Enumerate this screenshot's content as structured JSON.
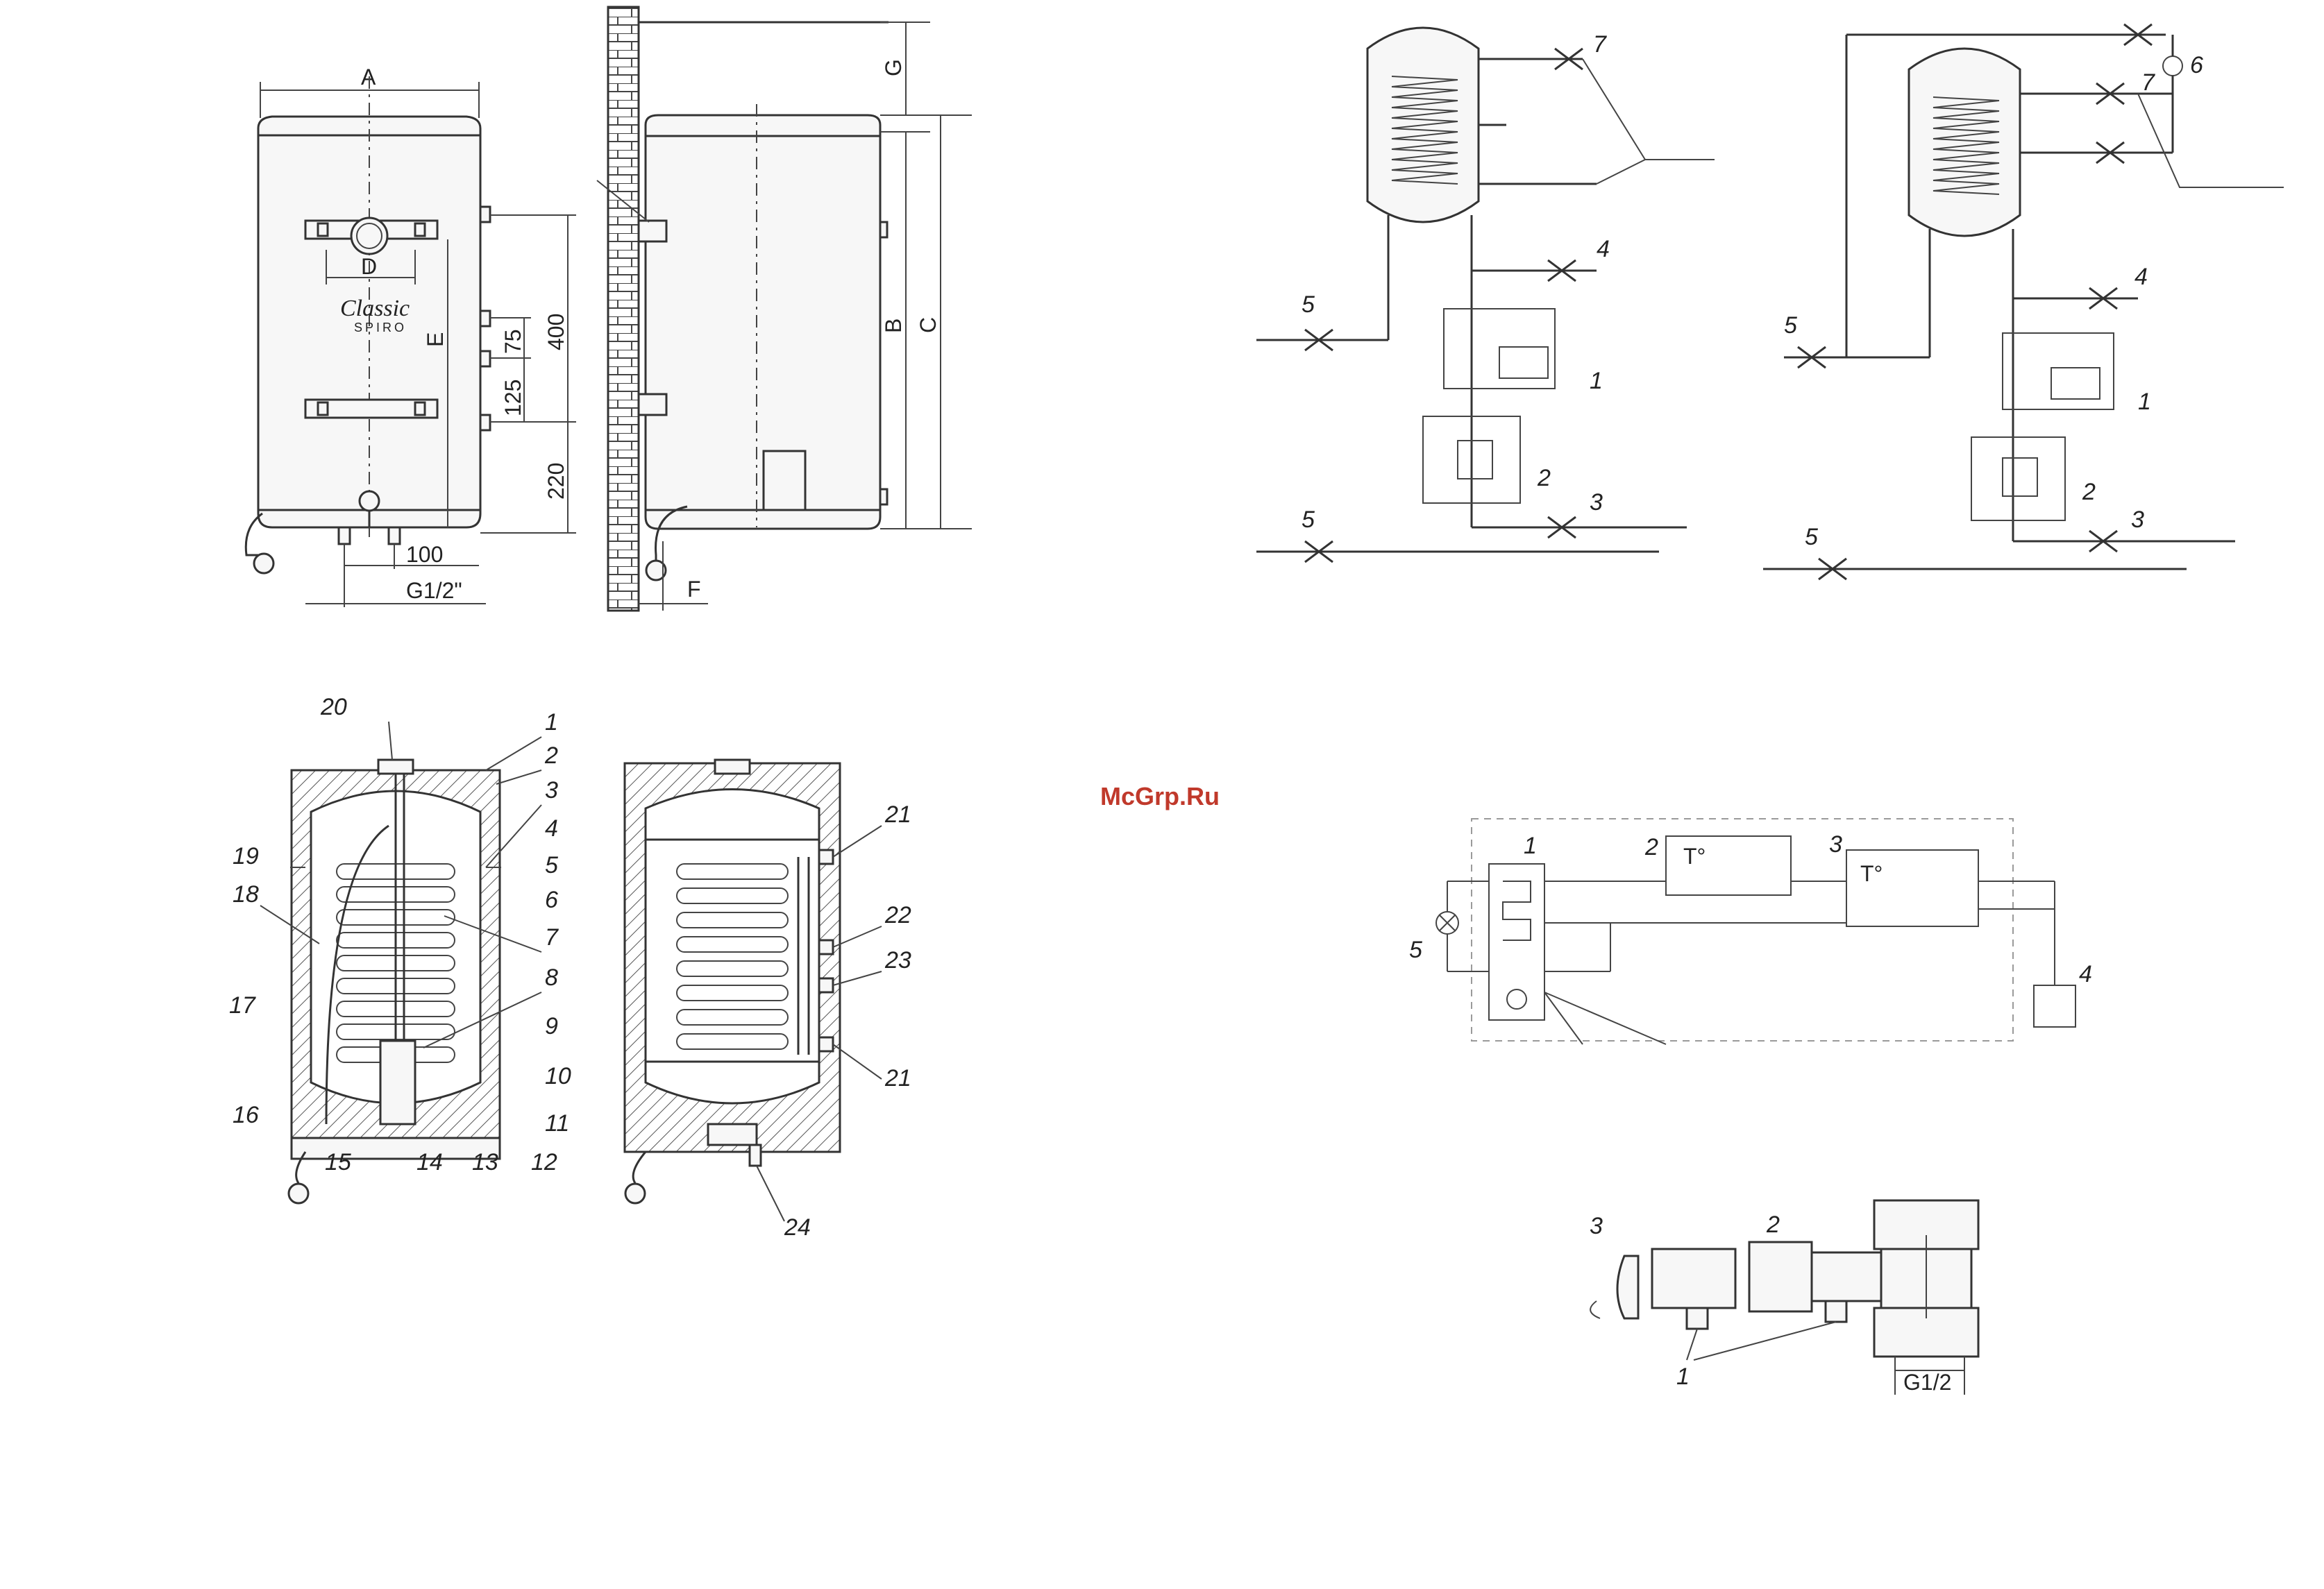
{
  "watermark": "McGrp.Ru",
  "fig_front": {
    "dims": {
      "a": "A",
      "d": "D",
      "e": "E",
      "d400": "400",
      "d75": "75",
      "d125": "125",
      "d220": "220",
      "d100": "100",
      "thread": "G1/2\""
    },
    "brand_line1": "Classic",
    "brand_line2": "SPIRO"
  },
  "fig_side": {
    "dims": {
      "g": "G",
      "b": "B",
      "c": "C",
      "f": "F"
    }
  },
  "fig_section": {
    "labels": [
      "1",
      "2",
      "3",
      "4",
      "5",
      "6",
      "7",
      "8",
      "9",
      "10",
      "11",
      "12",
      "13",
      "14",
      "15",
      "16",
      "17",
      "18",
      "19",
      "20"
    ],
    "labels_right": [
      "21",
      "22",
      "23",
      "21",
      "24"
    ]
  },
  "fig_hydraulic_a": {
    "labels": [
      "7",
      "4",
      "5",
      "1",
      "2",
      "5",
      "3"
    ]
  },
  "fig_hydraulic_b": {
    "labels": [
      "6",
      "7",
      "4",
      "5",
      "1",
      "2",
      "5",
      "3"
    ]
  },
  "fig_electric": {
    "labels": [
      "1",
      "2",
      "3",
      "4",
      "5"
    ],
    "t1": "T°",
    "t2": "T°"
  },
  "fig_valve": {
    "labels": [
      "3",
      "2",
      "1"
    ],
    "thread": "G1/2"
  }
}
